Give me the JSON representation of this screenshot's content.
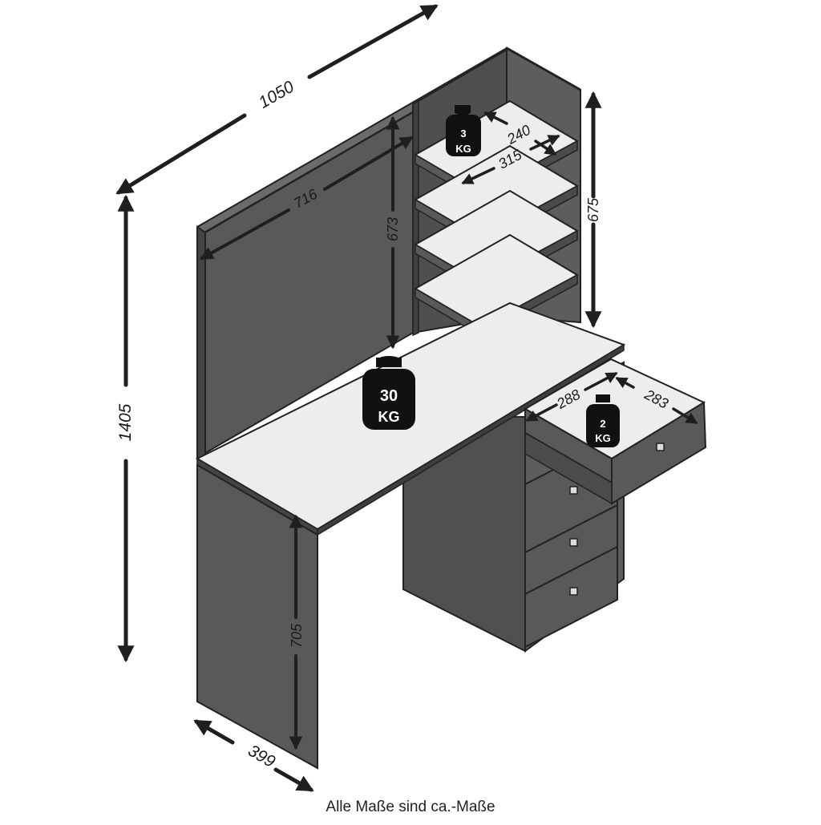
{
  "dimensions": {
    "total_width": "1050",
    "total_height": "1405",
    "depth": "399",
    "desk_height": "705",
    "back_panel_width": "716",
    "back_panel_height": "673",
    "shelf_unit_height": "675",
    "shelf_depth": "240",
    "shelf_width": "315",
    "drawer_width": "288",
    "drawer_depth": "283"
  },
  "weights": {
    "shelf_value": "3",
    "desk_value": "30",
    "drawer_value": "2",
    "unit": "KG"
  },
  "footnote": "Alle Maße sind ca.-Maße",
  "colors": {
    "panel": "#58595b",
    "panel_dark": "#4a4b4d",
    "surface": "#ededee",
    "edge": "#222222",
    "arrow": "#1f1f1f"
  }
}
